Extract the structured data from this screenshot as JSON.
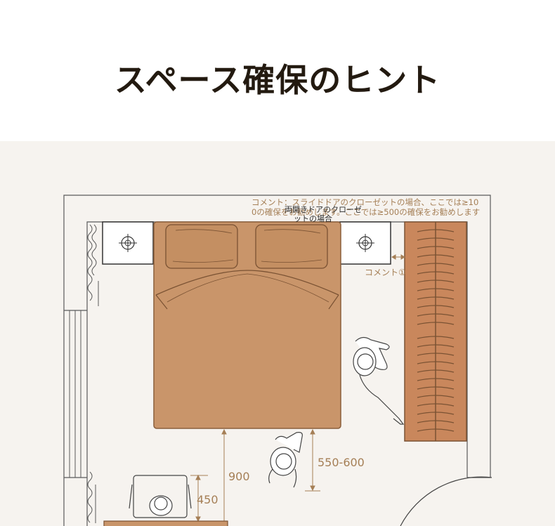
{
  "title": "スペース確保のヒント",
  "annotations": {
    "comment_line1": "コメント：スライドドアのクローゼットの場合、ここでは≥10",
    "comment_line2": "0の確保をお勧めします。ここでは≥500の確保をお勧めします",
    "double_door_line1": "両開きドアのクローゼ",
    "double_door_line2": "ットの場合",
    "comment_ref": "コメント①"
  },
  "dimensions": {
    "bed_to_desk": "900",
    "bed_to_chair": "550-600",
    "desk_chair": "450"
  },
  "colors": {
    "background": "#f6f3ef",
    "wall": "#5a5a5a",
    "bed": "#c9956a",
    "closet": "#c9875c",
    "dimension": "#a57f56",
    "title": "#231a10"
  }
}
